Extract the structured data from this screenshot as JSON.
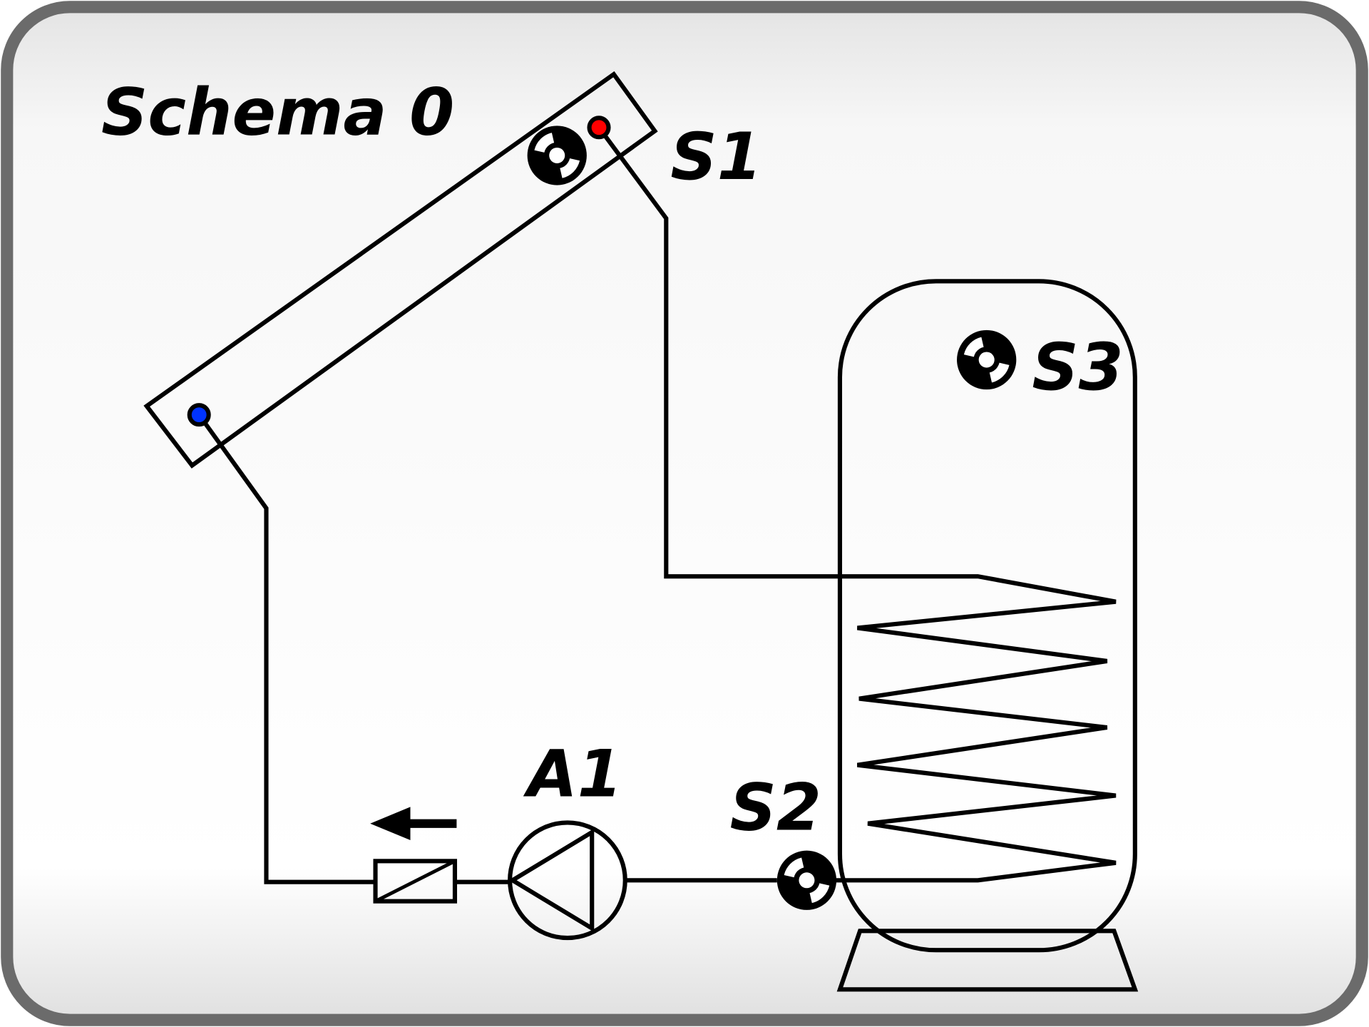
{
  "title": "Schema 0",
  "labels": {
    "s1": "S1",
    "s2": "S2",
    "s3": "S3",
    "a1": "A1"
  },
  "colors": {
    "frame": "#6b6b6b",
    "hot_connection": "#ff0000",
    "cold_connection": "#0033ff",
    "line": "#000000"
  },
  "icons": [
    "temperature-sensor-icon",
    "pump-icon",
    "valve-icon",
    "flow-arrow-icon",
    "solar-collector-icon",
    "storage-tank-icon"
  ]
}
